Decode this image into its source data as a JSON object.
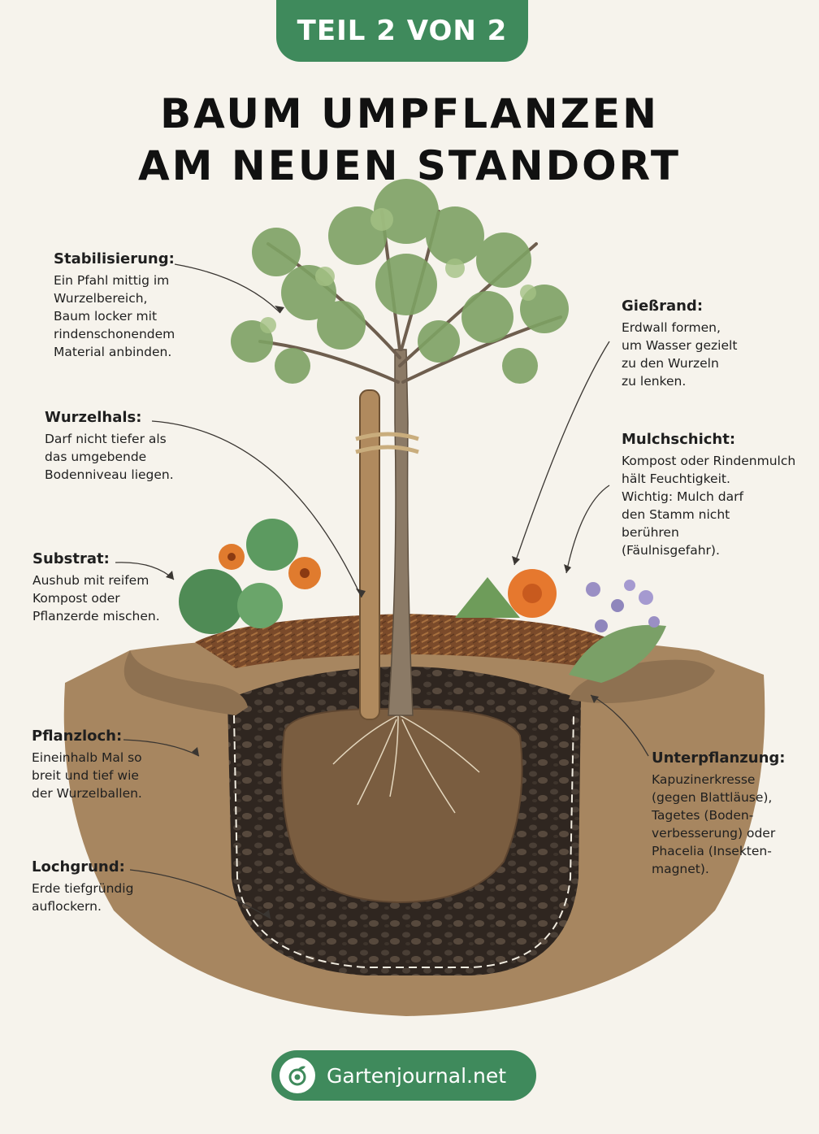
{
  "header": {
    "badge": "TEIL 2 VON 2",
    "title_line1": "BAUM UMPFLANZEN",
    "title_line2": "AM NEUEN STANDORT"
  },
  "annotations": {
    "stabilisierung": {
      "title": "Stabilisierung:",
      "text": "Ein Pfahl mittig im\nWurzelbereich,\nBaum locker mit\nrindenschonendem\nMaterial anbinden."
    },
    "wurzelhals": {
      "title": "Wurzelhals:",
      "text": "Darf nicht tiefer als\ndas umgebende\nBodenniveau liegen."
    },
    "substrat": {
      "title": "Substrat:",
      "text": "Aushub mit reifem\nKompost oder\nPflanzerde mischen."
    },
    "pflanzloch": {
      "title": "Pflanzloch:",
      "text": "Eineinhalb Mal so\nbreit und tief wie\nder Wurzelballen."
    },
    "lochgrund": {
      "title": "Lochgrund:",
      "text": "Erde tiefgründig\nauflockern."
    },
    "giessrand": {
      "title": "Gießrand:",
      "text": "Erdwall formen,\num Wasser gezielt\nzu den Wurzeln\nzu lenken."
    },
    "mulchschicht": {
      "title": "Mulchschicht:",
      "text": "Kompost oder Rindenmulch\nhält Feuchtigkeit.\nWichtig: Mulch darf\nden Stamm nicht\nberühren\n(Fäulnisgefahr)."
    },
    "unterpflanzung": {
      "title": "Unterpflanzung:",
      "text": "Kapuzinerkresse\n(gegen Blattläuse),\nTagetes (Boden-\nverbesserung) oder\nPhacelia (Insekten-\nmagnet)."
    }
  },
  "footer": {
    "brand": "Gartenjournal.net",
    "logo_icon": "snail-leaf-icon"
  },
  "colors": {
    "accent": "#3f8a5c",
    "soil": "#6b4e34",
    "mulch": "#8a5a36",
    "leaf": "#7ea264"
  }
}
